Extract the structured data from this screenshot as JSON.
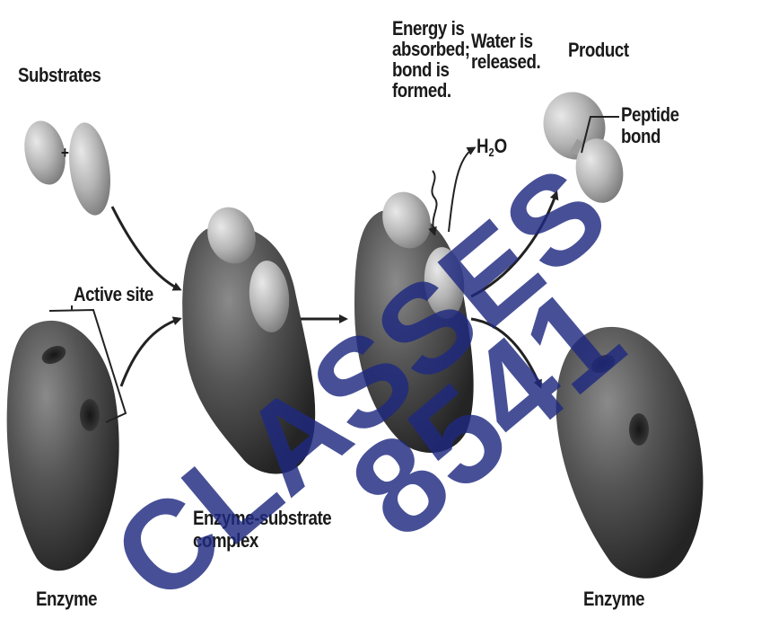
{
  "labels": {
    "substrates": "Substrates",
    "plus": "+",
    "active_site": "Active site",
    "enzyme_left": "Enzyme",
    "complex_line1": "Enzyme-substrate",
    "complex_line2": "complex",
    "energy_line1": "Energy is",
    "energy_line2": "absorbed;",
    "energy_line3": "bond is",
    "energy_line4": "formed.",
    "water_line1": "Water is",
    "water_line2": "released.",
    "h2o_main": "H",
    "h2o_sub": "2",
    "h2o_tail": "O",
    "product": "Product",
    "peptide_line1": "Peptide",
    "peptide_line2": "bond",
    "enzyme_right": "Enzyme"
  },
  "watermark": {
    "text_1": "CLASSES",
    "text_2": "8541",
    "color": "#1f2a80"
  },
  "colors": {
    "enzyme": "#4a4a4a",
    "substrate": "#b8b8b8",
    "arrow": "#222222",
    "text": "#1a1a1a"
  }
}
